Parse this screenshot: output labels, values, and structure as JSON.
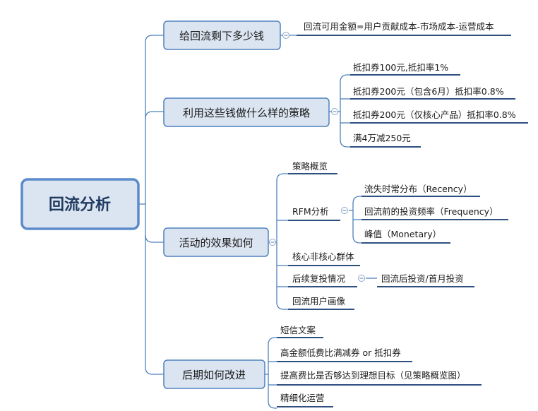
{
  "root": {
    "label": "回流分析"
  },
  "branches": [
    {
      "label": "给回流剩下多少钱",
      "children": [
        {
          "label": "回流可用金额=用户贡献成本-市场成本-运营成本"
        }
      ]
    },
    {
      "label": "利用这些钱做什么样的策略",
      "children": [
        {
          "label": "抵扣券100元,抵扣率1%"
        },
        {
          "label": "抵扣券200元（包含6月）抵扣率0.8%"
        },
        {
          "label": "抵扣券200元（仅核心产品）抵扣率0.8%"
        },
        {
          "label": "满4万减250元"
        }
      ]
    },
    {
      "label": "活动的效果如何",
      "children": [
        {
          "label": "策略概览"
        },
        {
          "label": "RFM分析",
          "children": [
            {
              "label": "流失时常分布（Recency）"
            },
            {
              "label": "回流前的投资频率（Frequency）"
            },
            {
              "label": "峰值（Monetary）"
            }
          ]
        },
        {
          "label": "核心非核心群体"
        },
        {
          "label": "后续复投情况",
          "children": [
            {
              "label": "回流后投资/首月投资"
            }
          ]
        },
        {
          "label": "回流用户画像"
        }
      ]
    },
    {
      "label": "后期如何改进",
      "children": [
        {
          "label": "短信文案"
        },
        {
          "label": "高金额低费比满减券 or 抵扣券"
        },
        {
          "label": "提高费比是否够达到理想目标（见策略概览图）"
        },
        {
          "label": "精细化运营"
        }
      ]
    }
  ],
  "colors": {
    "root_fill": "#dbe5f1",
    "root_border": "#5b8bc9",
    "branch_fill": "#dbe5f1",
    "branch_border": "#4f81bd",
    "connector": "#4f81bd",
    "leaf_underline": "#2f4f7f",
    "text": "#1a1a1a"
  }
}
